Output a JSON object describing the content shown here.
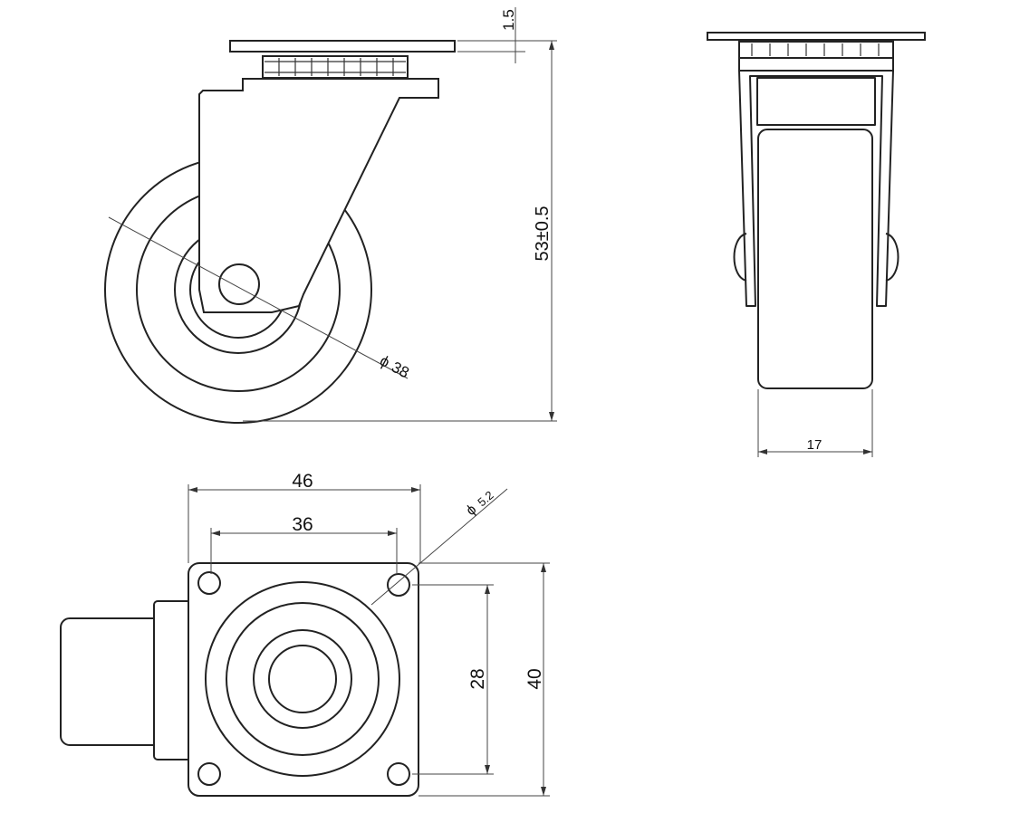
{
  "title": "",
  "side_view": {
    "dim_top_plate": "1.5",
    "dim_height": "53±0.5",
    "dim_wheel_diameter": "38"
  },
  "front_view": {
    "dim_wheel_width": "17"
  },
  "top_view": {
    "dim_plate_width": "46",
    "dim_hole_spacing_x": "36",
    "dim_hole_diameter": "5.2",
    "dim_hole_spacing_y": "28",
    "dim_plate_height": "40"
  },
  "symbols": {
    "diameter": "ϕ"
  }
}
